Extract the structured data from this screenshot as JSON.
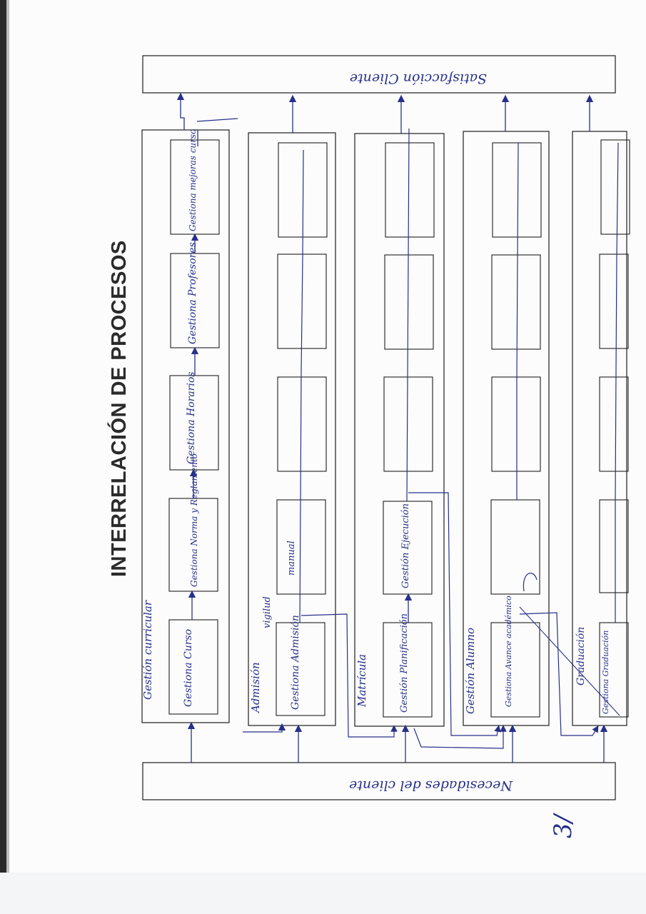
{
  "title": "INTERRELACIÓN DE PROCESOS",
  "input_bar_label": "Necesidades del cliente",
  "output_bar_label": "Satisfacción Cliente",
  "rows": [
    {
      "name": "Gestión curricular",
      "boxes": [
        "Gestiona Curso",
        "Gestiona Norma y Reglamento",
        "Gestiona Horarios",
        "Gestiona Profesores",
        "Gestiona mejoras curso"
      ]
    },
    {
      "name": "Admisión",
      "boxes": [
        "Gestiona Admisión",
        "",
        "",
        "",
        ""
      ],
      "notes": [
        "vigilud",
        "manual"
      ]
    },
    {
      "name": "Matrícula",
      "boxes": [
        "Gestión Planificación",
        "Gestión Ejecución",
        "",
        "",
        ""
      ]
    },
    {
      "name": "Gestión Alumno",
      "boxes": [
        "Gestiona Avance académico",
        "",
        "",
        "",
        ""
      ]
    },
    {
      "name": "Graduación",
      "boxes": [
        "Gestiona Graduación",
        "",
        "",
        "",
        ""
      ]
    }
  ],
  "page_number": "3/",
  "colors": {
    "ink": "#27308a",
    "frame": "#1e1e1e",
    "title": "#2b2b2b"
  }
}
